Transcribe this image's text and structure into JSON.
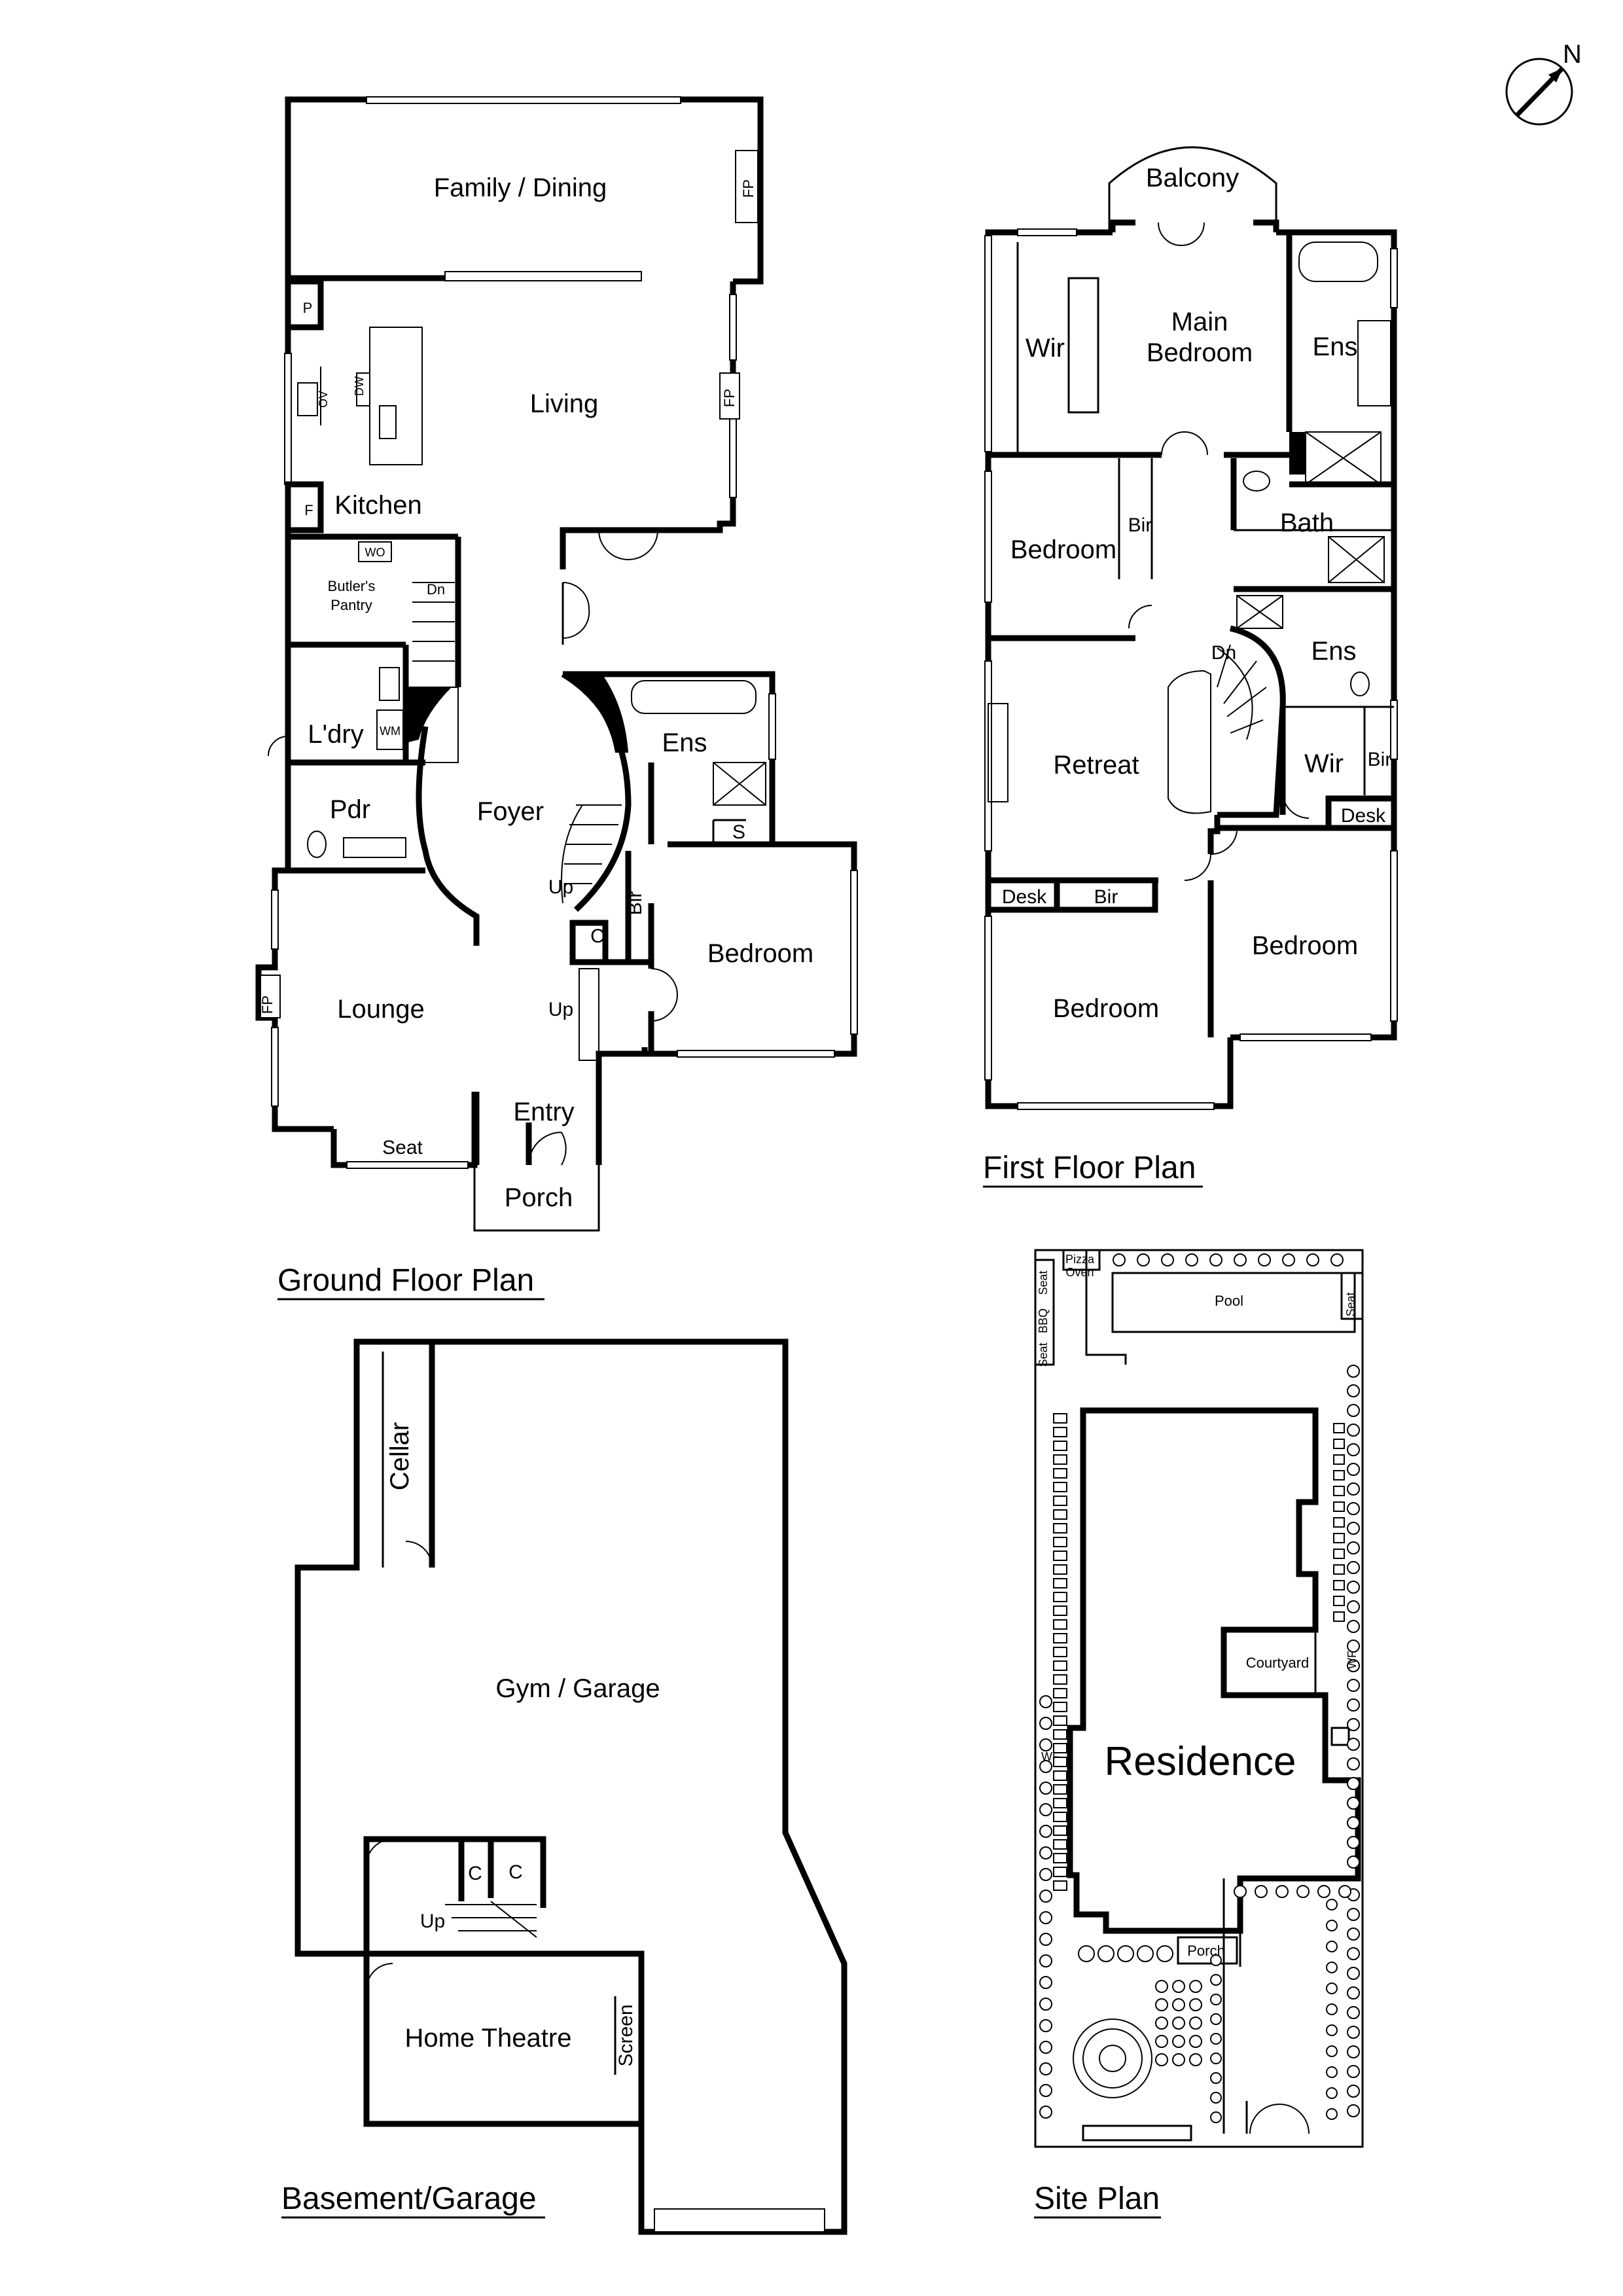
{
  "compass": {
    "label": "N"
  },
  "ground_floor": {
    "title": "Ground Floor Plan",
    "rooms": {
      "family_dining": "Family / Dining",
      "fp_family": "FP",
      "p": "P",
      "living": "Living",
      "fp_living": "FP",
      "kitchen": "Kitchen",
      "f": "F",
      "wo": "WO",
      "butlers_pantry_1": "Butler's",
      "butlers_pantry_2": "Pantry",
      "dn": "Dn",
      "laundry": "L'dry",
      "wm": "WM",
      "ens": "Ens",
      "pdr": "Pdr",
      "foyer": "Foyer",
      "s": "S",
      "up_stairs": "Up",
      "bir": "Bir",
      "c": "C",
      "bedroom": "Bedroom",
      "lounge": "Lounge",
      "fp_lounge": "FP",
      "up_entry": "Up",
      "entry": "Entry",
      "seat": "Seat",
      "porch": "Porch",
      "dw": "DW",
      "ov": "OV"
    }
  },
  "first_floor": {
    "title": "First Floor Plan",
    "rooms": {
      "balcony": "Balcony",
      "wir_main": "Wir",
      "main_bedroom_1": "Main",
      "main_bedroom_2": "Bedroom",
      "ens_main": "Ens",
      "bedroom_nw": "Bedroom",
      "bir_nw": "Bir",
      "bath": "Bath",
      "dn": "Dn",
      "ens_2": "Ens",
      "retreat": "Retreat",
      "wir_2": "Wir",
      "bir_2": "Bir",
      "desk_right": "Desk",
      "desk_left": "Desk",
      "bir_bottom": "Bir",
      "bedroom_se": "Bedroom",
      "bedroom_sw": "Bedroom"
    }
  },
  "basement": {
    "title": "Basement/Garage",
    "rooms": {
      "cellar": "Cellar",
      "gym_garage": "Gym / Garage",
      "c1": "C",
      "c2": "C",
      "up": "Up",
      "home_theatre": "Home Theatre",
      "screen": "Screen"
    }
  },
  "site_plan": {
    "title": "Site Plan",
    "labels": {
      "pizza_oven_1": "Pizza",
      "pizza_oven_2": "Oven",
      "seat_1": "Seat",
      "bbq": "BBQ",
      "seat_2": "Seat",
      "pool": "Pool",
      "seat_3": "Seat",
      "courtyard": "Courtyard",
      "wf_right": "WF",
      "wf_left": "WF",
      "residence": "Residence",
      "porch": "Porch"
    }
  }
}
